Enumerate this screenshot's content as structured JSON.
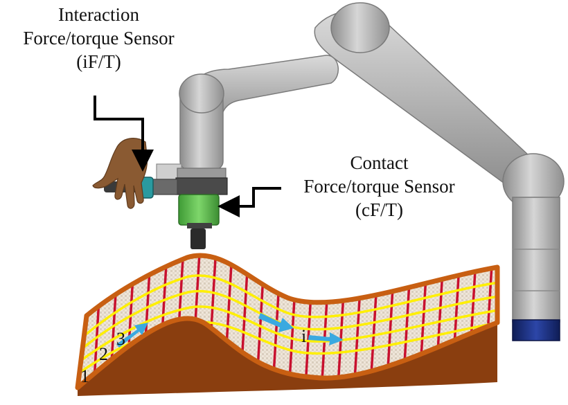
{
  "labels": {
    "interaction": {
      "line1": "Interaction",
      "line2": "Force/torque Sensor",
      "line3": "(iF/T)"
    },
    "contact": {
      "line1": "Contact",
      "line2": "Force/torque Sensor",
      "line3": "(cF/T)"
    }
  },
  "path_markers": [
    "1",
    "2",
    "3",
    "i"
  ],
  "icons": [
    "robot-arm",
    "human-hand-icon",
    "interaction-sensor",
    "contact-sensor",
    "textured-surface",
    "arrow-icon"
  ],
  "colors": {
    "arm_gray": "#b9b9b9",
    "arm_base_blue": "#1a2d7a",
    "contact_sensor_green": "#56b94a",
    "interaction_sensor_teal": "#2a9aa0",
    "hand_brown": "#8a5a32",
    "surface_frame_orange": "#c85f12",
    "surface_side_brown": "#8a3e0f",
    "grid_red": "#c8102e",
    "path_yellow": "#ffef00",
    "motion_arrow_blue": "#3aa9e0"
  }
}
